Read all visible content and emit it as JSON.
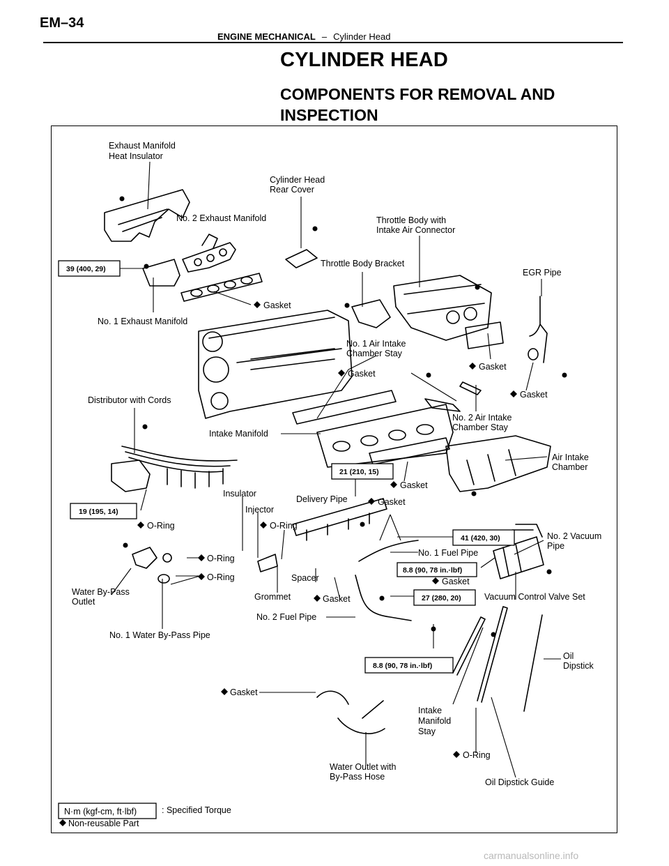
{
  "page_number": "EM–34",
  "running_header": {
    "section": "ENGINE MECHANICAL",
    "separator": "–",
    "subsection": "Cylinder Head"
  },
  "title": "CYLINDER HEAD",
  "subtitle": "COMPONENTS FOR REMOVAL AND INSPECTION",
  "labels": {
    "exh_insulator": [
      "Exhaust Manifold",
      "Heat Insulator"
    ],
    "cyl_rear_cover": [
      "Cylinder Head",
      "Rear Cover"
    ],
    "no2_exh_manifold": "No. 2 Exhaust Manifold",
    "throttle_body": [
      "Throttle Body with",
      "Intake Air Connector"
    ],
    "throttle_bracket": "Throttle Body Bracket",
    "egr_pipe": "EGR Pipe",
    "gasket": "Gasket",
    "no1_exh_manifold": "No. 1 Exhaust Manifold",
    "no1_stay": [
      "No. 1 Air Intake",
      "Chamber Stay"
    ],
    "distributor": "Distributor with Cords",
    "intake_manifold": "Intake Manifold",
    "no2_stay": [
      "No. 2 Air Intake",
      "Chamber Stay"
    ],
    "air_chamber": [
      "Air Intake",
      "Chamber"
    ],
    "insulator": "Insulator",
    "injector": "Injector",
    "delivery_pipe": "Delivery Pipe",
    "o_ring": "O-Ring",
    "no2_vacuum_pipe": [
      "No. 2 Vacuum",
      "Pipe"
    ],
    "no1_fuel_pipe": "No. 1 Fuel Pipe",
    "water_outlet": [
      "Water By-Pass",
      "Outlet"
    ],
    "spacer": "Spacer",
    "grommet": "Grommet",
    "vacuum_valve": "Vacuum Control Valve Set",
    "no2_fuel_pipe": "No. 2 Fuel Pipe",
    "no1_water_pipe": "No. 1 Water By-Pass Pipe",
    "oil_dipstick": [
      "Oil",
      "Dipstick"
    ],
    "intake_stay": [
      "Intake",
      "Manifold",
      "Stay"
    ],
    "water_outlet_hose": [
      "Water Outlet with",
      "By-Pass Hose"
    ],
    "dipstick_guide": "Oil Dipstick Guide"
  },
  "torques": {
    "t39": "39 (400, 29)",
    "t21": "21 (210, 15)",
    "t19": "19 (195, 14)",
    "t41": "41 (420, 30)",
    "t88a": "8.8 (90, 78 in.·lbf)",
    "t27": "27 (280, 20)",
    "t88b": "8.8 (90, 78 in.·lbf)"
  },
  "legend": {
    "torque_box": "N·m (kgf-cm, ft·lbf)",
    "torque_text": ": Specified Torque",
    "nonreusable": "Non-reusable Part"
  },
  "watermark": "carmanualsonline.info"
}
